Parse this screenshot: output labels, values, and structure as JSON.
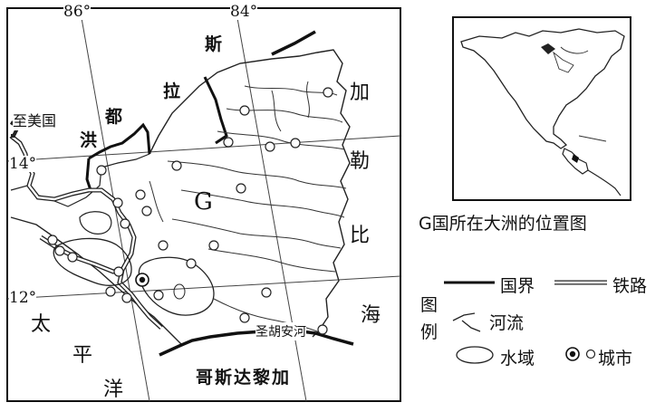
{
  "main_map": {
    "longitude_labels": [
      "86°",
      "84°"
    ],
    "latitude_labels": [
      "14°",
      "12°"
    ],
    "country_label": "G",
    "sea_chars": {
      "caribbean": [
        "加",
        "勒",
        "比",
        "海"
      ],
      "pacific": [
        "太",
        "平",
        "洋"
      ]
    },
    "neighbors": {
      "honduras": [
        "洪",
        "都",
        "拉",
        "斯"
      ],
      "costa_rica": "哥斯达黎加"
    },
    "railway_note": "至美国",
    "river_label": "圣胡安河"
  },
  "inset": {
    "caption": "G国所在大洲的位置图"
  },
  "legend": {
    "title_chars": [
      "图",
      "例"
    ],
    "items": {
      "border": "国界",
      "railway": "铁路",
      "river": "河流",
      "water": "水域",
      "city": "城市"
    }
  },
  "colors": {
    "ink": "#111111",
    "background": "#ffffff"
  }
}
